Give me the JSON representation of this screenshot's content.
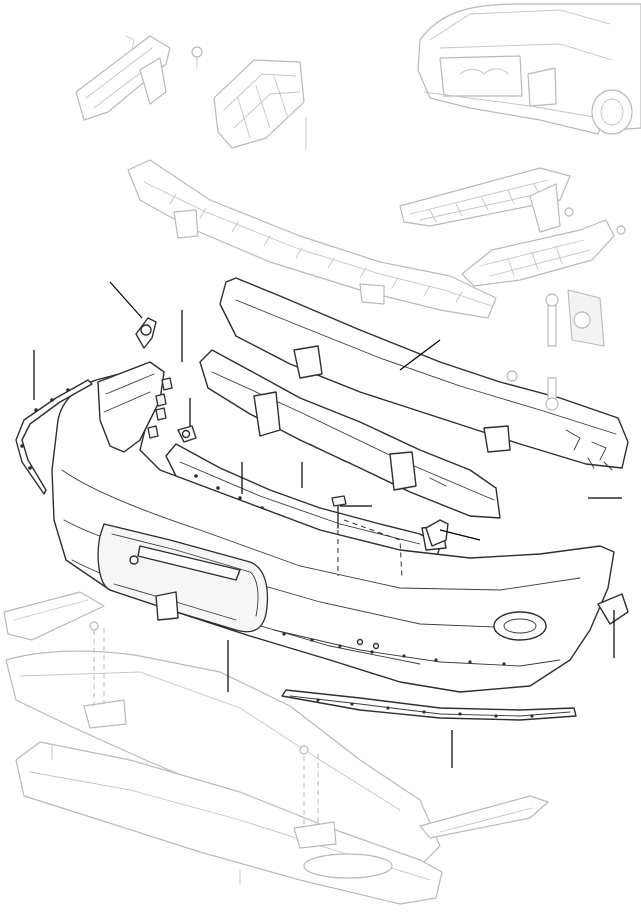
{
  "diagram": {
    "kind": "exploded-parts-view",
    "line_color": "#2e2e2e",
    "ghost_color": "#b9b9b9",
    "background": "#ffffff"
  },
  "parts": {
    "highlighted": [
      "rear-bumper-cover",
      "bumper-absorber",
      "energy-absorber-foam",
      "upper-trim-panel",
      "side-moulding-strip",
      "lower-moulding-strip",
      "inner-bracket",
      "clip",
      "screw",
      "side-reflector"
    ],
    "context": [
      "car-rear-view",
      "bumper-beam",
      "left-bracket",
      "left-mounting-bracket",
      "right-mounting-bracket",
      "right-extension",
      "undertray",
      "lower-splash-shield"
    ]
  },
  "leaders": {
    "count": 10,
    "labelled": false
  }
}
